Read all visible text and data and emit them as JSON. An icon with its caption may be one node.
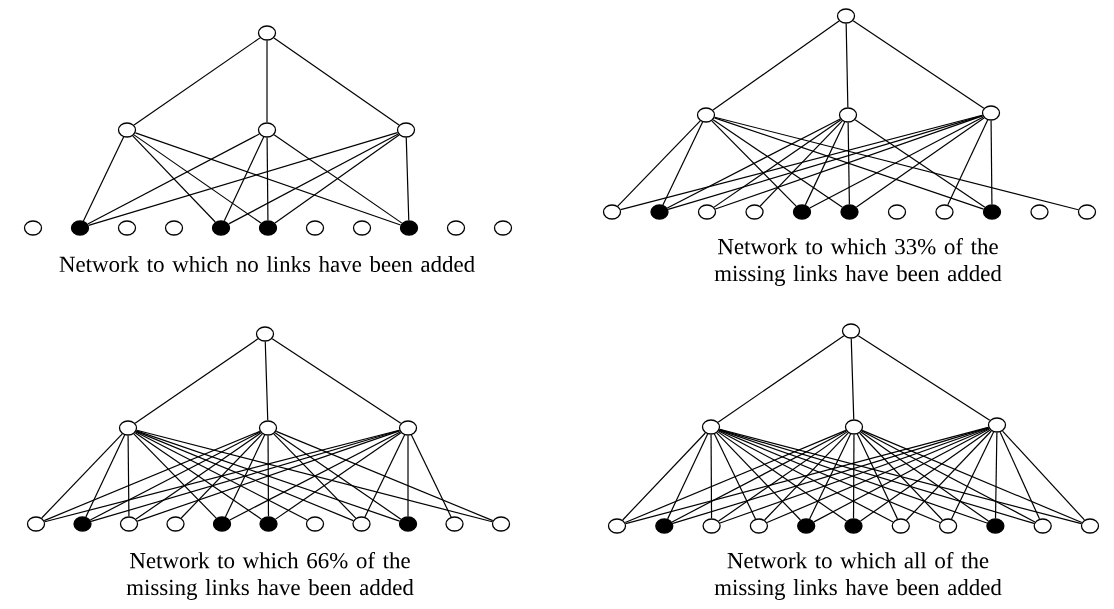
{
  "diagram": {
    "nodes": [
      {
        "text": [],
        "shape": "circle"
      },
      {
        "text": [],
        "shape": "circle"
      },
      {
        "text": [],
        "shape": "circle"
      },
      {
        "text": [],
        "shape": "circle"
      },
      {
        "text": [],
        "shape": "circle"
      },
      {
        "text": [],
        "shape": "circle"
      },
      {
        "text": [],
        "shape": "circle"
      },
      {
        "text": [],
        "shape": "circle"
      },
      {
        "text": [],
        "shape": "circle"
      },
      {
        "text": [],
        "shape": "circle"
      },
      {
        "text": [],
        "shape": "circle"
      },
      {
        "text": [],
        "shape": "circle"
      },
      {
        "text": [],
        "shape": "circle"
      },
      {
        "text": [],
        "shape": "circle"
      },
      {
        "text": [],
        "shape": "circle"
      },
      {
        "text": [],
        "shape": "circle"
      },
      {
        "text": [],
        "shape": "circle"
      },
      {
        "text": [],
        "shape": "circle"
      },
      {
        "text": [],
        "shape": "circle"
      },
      {
        "text": [],
        "shape": "circle"
      },
      {
        "text": [],
        "shape": "circle"
      },
      {
        "text": [],
        "shape": "circle"
      },
      {
        "text": [],
        "shape": "circle"
      },
      {
        "text": [],
        "shape": "circle"
      },
      {
        "text": [],
        "shape": "circle"
      },
      {
        "text": [],
        "shape": "circle"
      },
      {
        "text": [],
        "shape": "circle"
      },
      {
        "text": [],
        "shape": "circle"
      },
      {
        "text": [],
        "shape": "circle"
      },
      {
        "text": [],
        "shape": "circle"
      },
      {
        "text": [],
        "shape": "circle"
      },
      {
        "text": [],
        "shape": "circle"
      },
      {
        "text": [],
        "shape": "circle"
      },
      {
        "text": [],
        "shape": "circle"
      },
      {
        "text": [],
        "shape": "circle"
      },
      {
        "text": [],
        "shape": "circle"
      },
      {
        "text": [],
        "shape": "circle"
      },
      {
        "text": [],
        "shape": "circle"
      },
      {
        "text": [],
        "shape": "circle"
      },
      {
        "text": [],
        "shape": "circle"
      },
      {
        "text": [],
        "shape": "circle"
      },
      {
        "text": [],
        "shape": "circle"
      },
      {
        "text": [],
        "shape": "circle"
      },
      {
        "text": [],
        "shape": "circle"
      },
      {
        "text": [],
        "shape": "circle"
      },
      {
        "text": [],
        "shape": "circle"
      },
      {
        "text": [],
        "shape": "circle"
      },
      {
        "text": [],
        "shape": "circle"
      },
      {
        "text": [],
        "shape": "circle"
      },
      {
        "text": [],
        "shape": "circle"
      },
      {
        "text": [],
        "shape": "circle"
      },
      {
        "text": [],
        "shape": "circle"
      },
      {
        "text": [],
        "shape": "circle"
      },
      {
        "text": [],
        "shape": "circle"
      },
      {
        "text": [],
        "shape": "circle"
      },
      {
        "text": [],
        "shape": "circle"
      },
      {
        "text": [],
        "shape": "circle"
      },
      {
        "text": [],
        "shape": "circle"
      },
      {
        "text": [],
        "shape": "circle"
      },
      {
        "text": [],
        "shape": "circle"
      }
    ],
    "edges": [
      {
        "from": 0,
        "to": 1,
        "arrow": "none"
      },
      {
        "from": 0,
        "to": 2,
        "arrow": "none"
      },
      {
        "from": 0,
        "to": 3,
        "arrow": "none"
      },
      {
        "from": 1,
        "to": 5,
        "arrow": "none"
      },
      {
        "from": 1,
        "to": 8,
        "arrow": "none"
      },
      {
        "from": 1,
        "to": 9,
        "arrow": "none"
      },
      {
        "from": 1,
        "to": 12,
        "arrow": "none"
      },
      {
        "from": 2,
        "to": 5,
        "arrow": "none"
      },
      {
        "from": 2,
        "to": 8,
        "arrow": "none"
      },
      {
        "from": 2,
        "to": 9,
        "arrow": "none"
      },
      {
        "from": 2,
        "to": 12,
        "arrow": "none"
      },
      {
        "from": 3,
        "to": 5,
        "arrow": "none"
      },
      {
        "from": 3,
        "to": 8,
        "arrow": "none"
      },
      {
        "from": 3,
        "to": 9,
        "arrow": "none"
      },
      {
        "from": 3,
        "to": 12,
        "arrow": "none"
      },
      {
        "from": 15,
        "to": 16,
        "arrow": "none"
      },
      {
        "from": 15,
        "to": 17,
        "arrow": "none"
      },
      {
        "from": 15,
        "to": 18,
        "arrow": "none"
      },
      {
        "from": 16,
        "to": 19,
        "arrow": "none"
      },
      {
        "from": 16,
        "to": 20,
        "arrow": "none"
      },
      {
        "from": 16,
        "to": 23,
        "arrow": "none"
      },
      {
        "from": 16,
        "to": 24,
        "arrow": "none"
      },
      {
        "from": 16,
        "to": 27,
        "arrow": "none"
      },
      {
        "from": 16,
        "to": 29,
        "arrow": "none"
      },
      {
        "from": 17,
        "to": 20,
        "arrow": "none"
      },
      {
        "from": 17,
        "to": 21,
        "arrow": "none"
      },
      {
        "from": 17,
        "to": 22,
        "arrow": "none"
      },
      {
        "from": 17,
        "to": 23,
        "arrow": "none"
      },
      {
        "from": 17,
        "to": 24,
        "arrow": "none"
      },
      {
        "from": 17,
        "to": 27,
        "arrow": "none"
      },
      {
        "from": 18,
        "to": 19,
        "arrow": "none"
      },
      {
        "from": 18,
        "to": 20,
        "arrow": "none"
      },
      {
        "from": 18,
        "to": 21,
        "arrow": "none"
      },
      {
        "from": 18,
        "to": 23,
        "arrow": "none"
      },
      {
        "from": 18,
        "to": 24,
        "arrow": "none"
      },
      {
        "from": 18,
        "to": 26,
        "arrow": "none"
      },
      {
        "from": 18,
        "to": 27,
        "arrow": "none"
      },
      {
        "from": 30,
        "to": 31,
        "arrow": "none"
      },
      {
        "from": 30,
        "to": 32,
        "arrow": "none"
      },
      {
        "from": 30,
        "to": 33,
        "arrow": "none"
      },
      {
        "from": 31,
        "to": 34,
        "arrow": "none"
      },
      {
        "from": 31,
        "to": 35,
        "arrow": "none"
      },
      {
        "from": 31,
        "to": 36,
        "arrow": "none"
      },
      {
        "from": 31,
        "to": 38,
        "arrow": "none"
      },
      {
        "from": 31,
        "to": 39,
        "arrow": "none"
      },
      {
        "from": 31,
        "to": 40,
        "arrow": "none"
      },
      {
        "from": 31,
        "to": 41,
        "arrow": "none"
      },
      {
        "from": 31,
        "to": 42,
        "arrow": "none"
      },
      {
        "from": 31,
        "to": 44,
        "arrow": "none"
      },
      {
        "from": 32,
        "to": 34,
        "arrow": "none"
      },
      {
        "from": 32,
        "to": 35,
        "arrow": "none"
      },
      {
        "from": 32,
        "to": 36,
        "arrow": "none"
      },
      {
        "from": 32,
        "to": 37,
        "arrow": "none"
      },
      {
        "from": 32,
        "to": 38,
        "arrow": "none"
      },
      {
        "from": 32,
        "to": 39,
        "arrow": "none"
      },
      {
        "from": 32,
        "to": 41,
        "arrow": "none"
      },
      {
        "from": 32,
        "to": 42,
        "arrow": "none"
      },
      {
        "from": 32,
        "to": 44,
        "arrow": "none"
      },
      {
        "from": 33,
        "to": 34,
        "arrow": "none"
      },
      {
        "from": 33,
        "to": 35,
        "arrow": "none"
      },
      {
        "from": 33,
        "to": 36,
        "arrow": "none"
      },
      {
        "from": 33,
        "to": 38,
        "arrow": "none"
      },
      {
        "from": 33,
        "to": 39,
        "arrow": "none"
      },
      {
        "from": 33,
        "to": 41,
        "arrow": "none"
      },
      {
        "from": 33,
        "to": 42,
        "arrow": "none"
      },
      {
        "from": 33,
        "to": 43,
        "arrow": "none"
      },
      {
        "from": 45,
        "to": 46,
        "arrow": "none"
      },
      {
        "from": 45,
        "to": 47,
        "arrow": "none"
      },
      {
        "from": 45,
        "to": 48,
        "arrow": "none"
      },
      {
        "from": 46,
        "to": 49,
        "arrow": "none"
      },
      {
        "from": 46,
        "to": 50,
        "arrow": "none"
      },
      {
        "from": 46,
        "to": 51,
        "arrow": "none"
      },
      {
        "from": 46,
        "to": 52,
        "arrow": "none"
      },
      {
        "from": 46,
        "to": 53,
        "arrow": "none"
      },
      {
        "from": 46,
        "to": 54,
        "arrow": "none"
      },
      {
        "from": 46,
        "to": 55,
        "arrow": "none"
      },
      {
        "from": 46,
        "to": 56,
        "arrow": "none"
      },
      {
        "from": 46,
        "to": 57,
        "arrow": "none"
      },
      {
        "from": 46,
        "to": 58,
        "arrow": "none"
      },
      {
        "from": 46,
        "to": 59,
        "arrow": "none"
      },
      {
        "from": 47,
        "to": 49,
        "arrow": "none"
      },
      {
        "from": 47,
        "to": 50,
        "arrow": "none"
      },
      {
        "from": 47,
        "to": 51,
        "arrow": "none"
      },
      {
        "from": 47,
        "to": 52,
        "arrow": "none"
      },
      {
        "from": 47,
        "to": 53,
        "arrow": "none"
      },
      {
        "from": 47,
        "to": 54,
        "arrow": "none"
      },
      {
        "from": 47,
        "to": 55,
        "arrow": "none"
      },
      {
        "from": 47,
        "to": 56,
        "arrow": "none"
      },
      {
        "from": 47,
        "to": 57,
        "arrow": "none"
      },
      {
        "from": 47,
        "to": 58,
        "arrow": "none"
      },
      {
        "from": 47,
        "to": 59,
        "arrow": "none"
      },
      {
        "from": 48,
        "to": 49,
        "arrow": "none"
      },
      {
        "from": 48,
        "to": 50,
        "arrow": "none"
      },
      {
        "from": 48,
        "to": 51,
        "arrow": "none"
      },
      {
        "from": 48,
        "to": 52,
        "arrow": "none"
      },
      {
        "from": 48,
        "to": 53,
        "arrow": "none"
      },
      {
        "from": 48,
        "to": 54,
        "arrow": "none"
      },
      {
        "from": 48,
        "to": 55,
        "arrow": "none"
      },
      {
        "from": 48,
        "to": 56,
        "arrow": "none"
      },
      {
        "from": 48,
        "to": 57,
        "arrow": "none"
      },
      {
        "from": 48,
        "to": 58,
        "arrow": "none"
      },
      {
        "from": 48,
        "to": 59,
        "arrow": "none"
      }
    ],
    "labels": [
      "Network to which no links have been added",
      "Network to which 33% of the missing links have been added",
      "Network to which 66% of the missing links have been added",
      "Network to which all of the missing links have been added"
    ]
  }
}
